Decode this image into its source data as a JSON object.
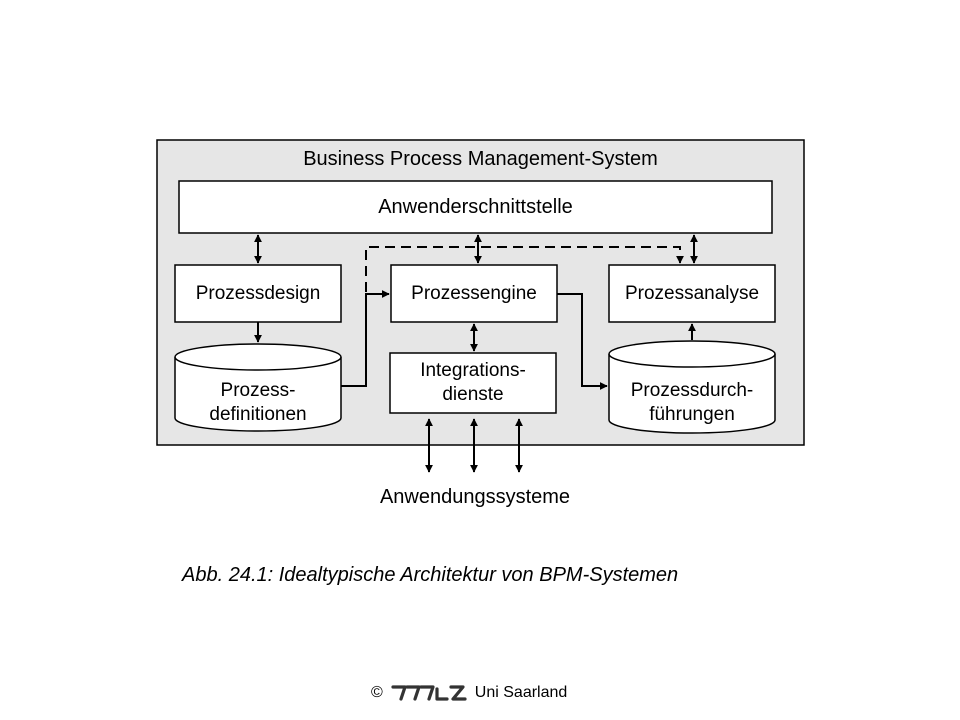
{
  "diagram": {
    "system_title": "Business Process Management-System",
    "interface": "Anwenderschnittstelle",
    "design": "Prozessdesign",
    "engine": "Prozessengine",
    "analysis": "Prozessanalyse",
    "definitions_line1": "Prozess-",
    "definitions_line2": "definitionen",
    "integration_line1": "Integrations-",
    "integration_line2": "dienste",
    "executions_line1": "Prozessdurch-",
    "executions_line2": "führungen",
    "external": "Anwendungssysteme"
  },
  "caption": "Abb. 24.1: Idealtypische Architektur von BPM-Systemen",
  "footer": {
    "copyright": "©",
    "institution": "Uni Saarland"
  },
  "colors": {
    "system_fill": "#e6e6e6",
    "box_fill": "#ffffff",
    "stroke": "#000000"
  }
}
